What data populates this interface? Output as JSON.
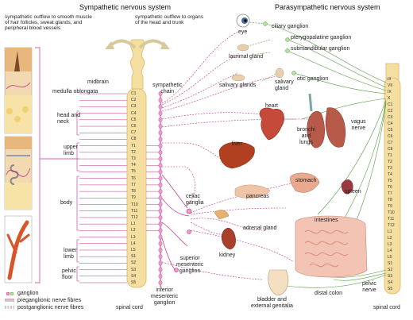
{
  "titles": {
    "sympathetic": "Sympathetic nervous system",
    "parasympathetic": "Parasympathetic nervous system"
  },
  "labels": {
    "smooth_muscle": "sympathetic outflow to smooth muscle\nof hair follicles, sweat glands, and\nperipheral blood vessels",
    "head_trunk": "sympathetic outflow to organs\nof the head and trunk",
    "midbrain": "midbrain",
    "medulla": "medulla oblongata",
    "chain": "sympathetic\nchain",
    "head_neck": "head and\nneck",
    "upper_limb": "upper\nlimb",
    "body": "body",
    "lower_limb": "lower\nlimb",
    "pelvic_floor": "pelvic\nfloor",
    "spinal_cord_left": "spinal cord",
    "spinal_cord_right": "spinal cord",
    "inferior_mesenteric": "inferior\nmesenteric\nganglion",
    "superior_mesenteric": "superior\nmesenteric\nganglion",
    "celiac": "celiac\nganglia",
    "eye": "eye",
    "ciliary": "ciliary ganglion",
    "pterygopalatine": "pterygopalatine ganglion",
    "submandibular": "submandibular ganglion",
    "lacrimal": "lacrimal gland",
    "salivary_glands": "salivary glands",
    "salivary_gland": "salivary\ngland",
    "otic": "otic ganglion",
    "heart": "heart",
    "bronchi": "bronchi\nand\nlungs",
    "vagus": "vagus\nnerve",
    "liver": "liver",
    "pancreas": "pancreas",
    "stomach": "stomach",
    "spleen": "spleen",
    "adrenal": "adrenal gland",
    "kidney": "kidney",
    "intestines": "intestines",
    "distal_colon": "distal colon",
    "bladder": "bladder and\nexternal genitalia",
    "pelvic_nerve": "pelvic\nnerve"
  },
  "legend": {
    "ganglion": "ganglion",
    "preganglionic": "preganglionic nerve fibres",
    "postganglionic": "postganglionic nerve fibres"
  },
  "segments": {
    "cervical": [
      "C1",
      "C2",
      "C3",
      "C4",
      "C5",
      "C6",
      "C7",
      "C8"
    ],
    "thoracic": [
      "T1",
      "T2",
      "T3",
      "T4",
      "T5",
      "T6",
      "T7",
      "T8",
      "T9",
      "T10",
      "T11",
      "T12"
    ],
    "lumbar": [
      "L1",
      "L2",
      "L3",
      "L4",
      "L5"
    ],
    "sacral": [
      "S1",
      "S2",
      "S3",
      "S4",
      "S5"
    ],
    "cranial": [
      "III",
      "VII",
      "IX",
      "X"
    ]
  },
  "colors": {
    "sympathetic_fibre": "#c0308a",
    "parasympathetic_fibre": "#4f9a3a",
    "cord": "#f4dfa0",
    "cord_edge": "#d9b86a",
    "organ_red": "#c0502f",
    "organ_pink": "#e7a48b"
  }
}
